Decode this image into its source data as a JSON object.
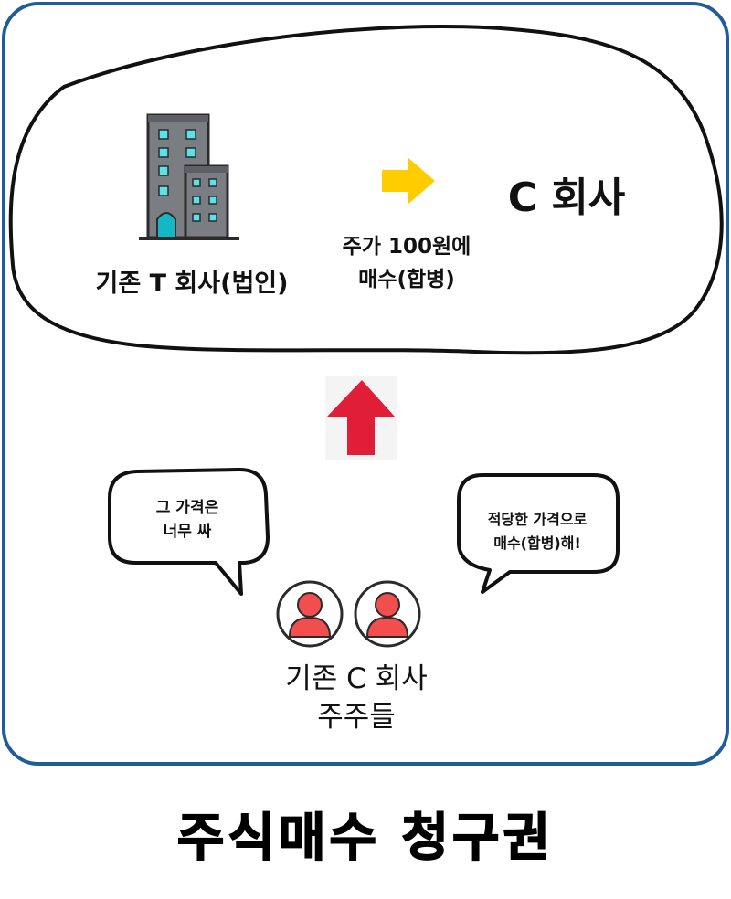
{
  "building": {
    "label": "기존 T 회사(법인)"
  },
  "merge": {
    "lines": [
      "주가 100원에",
      "매수(합병)"
    ]
  },
  "company_c": {
    "label": "C 회사"
  },
  "bubble_left": {
    "lines": [
      "그 가격은",
      "너무 싸"
    ]
  },
  "bubble_right": {
    "lines": [
      "적당한 가격으로",
      "매수(합병)해!"
    ]
  },
  "shareholders": {
    "lines": [
      "기존 C 회사",
      "주주들"
    ]
  },
  "title": "주식매수 청구권",
  "colors": {
    "frame_border": "#1F5C99",
    "merge_arrow": "#FFCC00",
    "up_arrow": "#E01E37",
    "person_fill": "#F24E4E",
    "building_gray": "#7A7D82",
    "window": "#5CE1E6",
    "door": "#14B8C4"
  },
  "icons": {
    "building": "office-building-icon",
    "merge_arrow": "right-arrow-icon",
    "up_arrow": "up-arrow-icon",
    "person": "user-avatar-icon"
  }
}
